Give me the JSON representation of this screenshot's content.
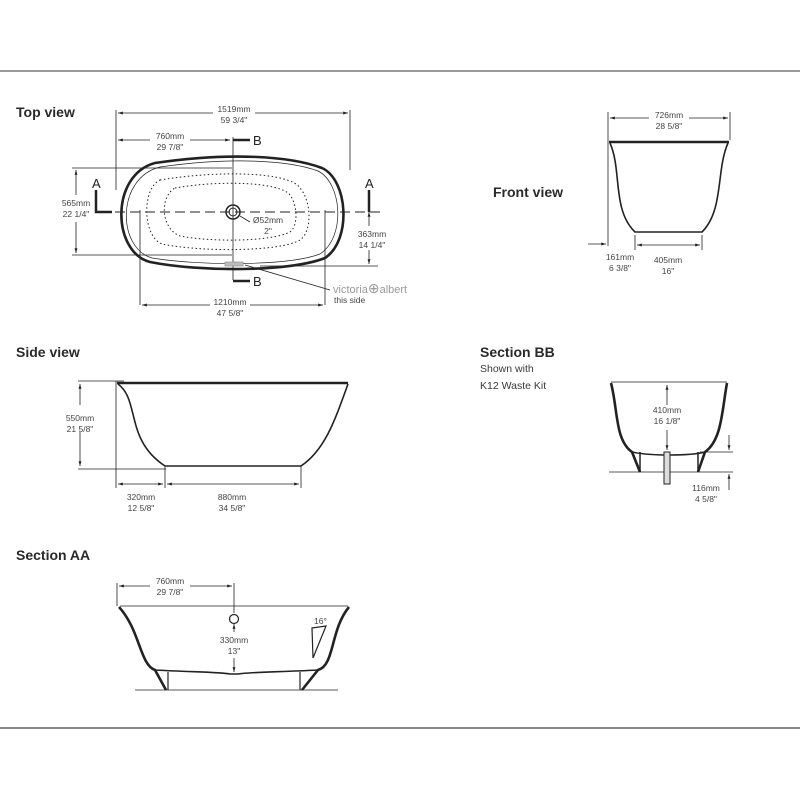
{
  "views": {
    "top_view": {
      "title": "Top view",
      "dims": {
        "overall_length_mm": "1519mm",
        "overall_length_in": "59 3/4\"",
        "center_mm": "760mm",
        "center_in": "29 7/8\"",
        "width_mm": "565mm",
        "width_in": "22 1/4\"",
        "waste_dia_mm": "Ø52mm",
        "waste_dia_in": "2\"",
        "offset_mm": "363mm",
        "offset_in": "14 1/4\"",
        "base_length_mm": "1210mm",
        "base_length_in": "47 5/8\""
      },
      "section_markers": {
        "a_left": "A",
        "a_right": "A",
        "b_top": "B",
        "b_bottom": "B"
      },
      "brand": {
        "left": "victoria",
        "symbol": "⊕",
        "right": "albert",
        "note": "this side"
      }
    },
    "front_view": {
      "title": "Front view",
      "dims": {
        "width_mm": "726mm",
        "width_in": "28 5/8\"",
        "offset_mm": "161mm",
        "offset_in": "6  3/8\"",
        "base_mm": "405mm",
        "base_in": "16\""
      }
    },
    "side_view": {
      "title": "Side view",
      "dims": {
        "height_mm": "550mm",
        "height_in": "21 5/8\"",
        "overhang_mm": "320mm",
        "overhang_in": "12 5/8\"",
        "base_mm": "880mm",
        "base_in": "34 5/8\""
      }
    },
    "section_bb": {
      "title": "Section BB",
      "subtitle_line1": "Shown with",
      "subtitle_line2": "K12 Waste Kit",
      "dims": {
        "depth_mm": "410mm",
        "depth_in": "16 1/8\"",
        "waste_mm": "116mm",
        "waste_in": "4 5/8\""
      }
    },
    "section_aa": {
      "title": "Section AA",
      "dims": {
        "center_mm": "760mm",
        "center_in": "29 7/8\"",
        "overflow_mm": "330mm",
        "overflow_in": "13\"",
        "angle": "16°"
      }
    }
  }
}
